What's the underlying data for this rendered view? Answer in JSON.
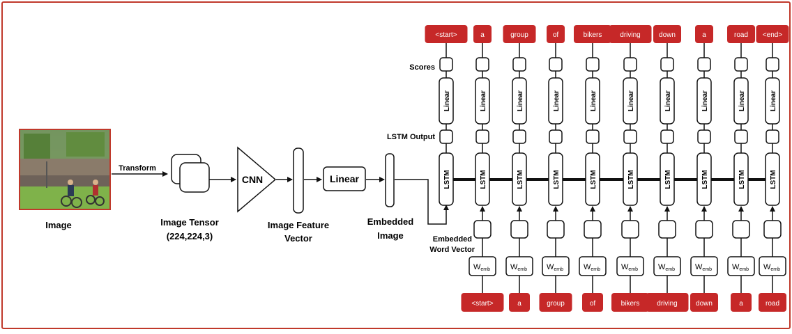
{
  "labels": {
    "transform": "Transform",
    "image": "Image",
    "image_tensor_1": "Image Tensor",
    "image_tensor_2": "(224,224,3)",
    "cnn": "CNN",
    "feature_1": "Image Feature",
    "feature_2": "Vector",
    "linear": "Linear",
    "embedded_1": "Embedded",
    "embedded_2": "Image",
    "scores": "Scores",
    "lstm_output": "LSTM Output",
    "word_vector_1": "Embedded",
    "word_vector_2": "Word Vector",
    "lstm_cell": "LSTM",
    "linear_cell": "Linear",
    "w_emb_main": "W",
    "w_emb_sub": "emb"
  },
  "output_words": [
    "<start>",
    "a",
    "group",
    "of",
    "bikers",
    "driving",
    "down",
    "a",
    "road",
    "<end>"
  ],
  "input_words": [
    "<start>",
    "a",
    "group",
    "of",
    "bikers",
    "driving",
    "down",
    "a",
    "road"
  ],
  "colors": {
    "frame": "#c0392b",
    "token": "#c62828",
    "token_text": "#ffffff",
    "stroke": "#111111"
  }
}
